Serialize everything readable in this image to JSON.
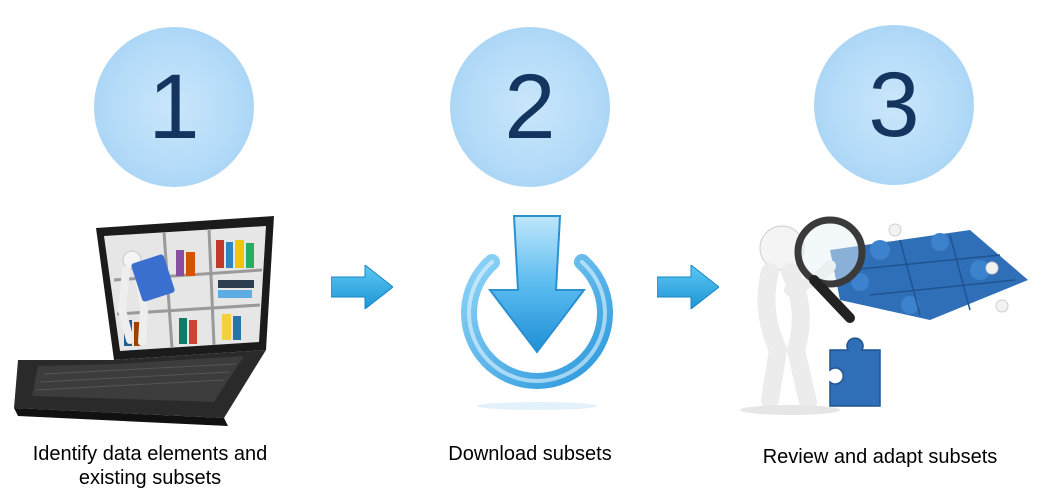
{
  "steps": [
    {
      "number": "1",
      "caption_line1": "Identify data elements and",
      "caption_line2": "existing subsets",
      "icon": "laptop-library-icon"
    },
    {
      "number": "2",
      "caption_line1": "Download subsets",
      "caption_line2": "",
      "icon": "download-icon"
    },
    {
      "number": "3",
      "caption_line1": "Review and adapt subsets",
      "caption_line2": "",
      "icon": "magnifier-puzzle-icon"
    }
  ],
  "colors": {
    "circle": "#b4dbf8",
    "number": "#14355f",
    "arrow": "#29a6e0"
  }
}
